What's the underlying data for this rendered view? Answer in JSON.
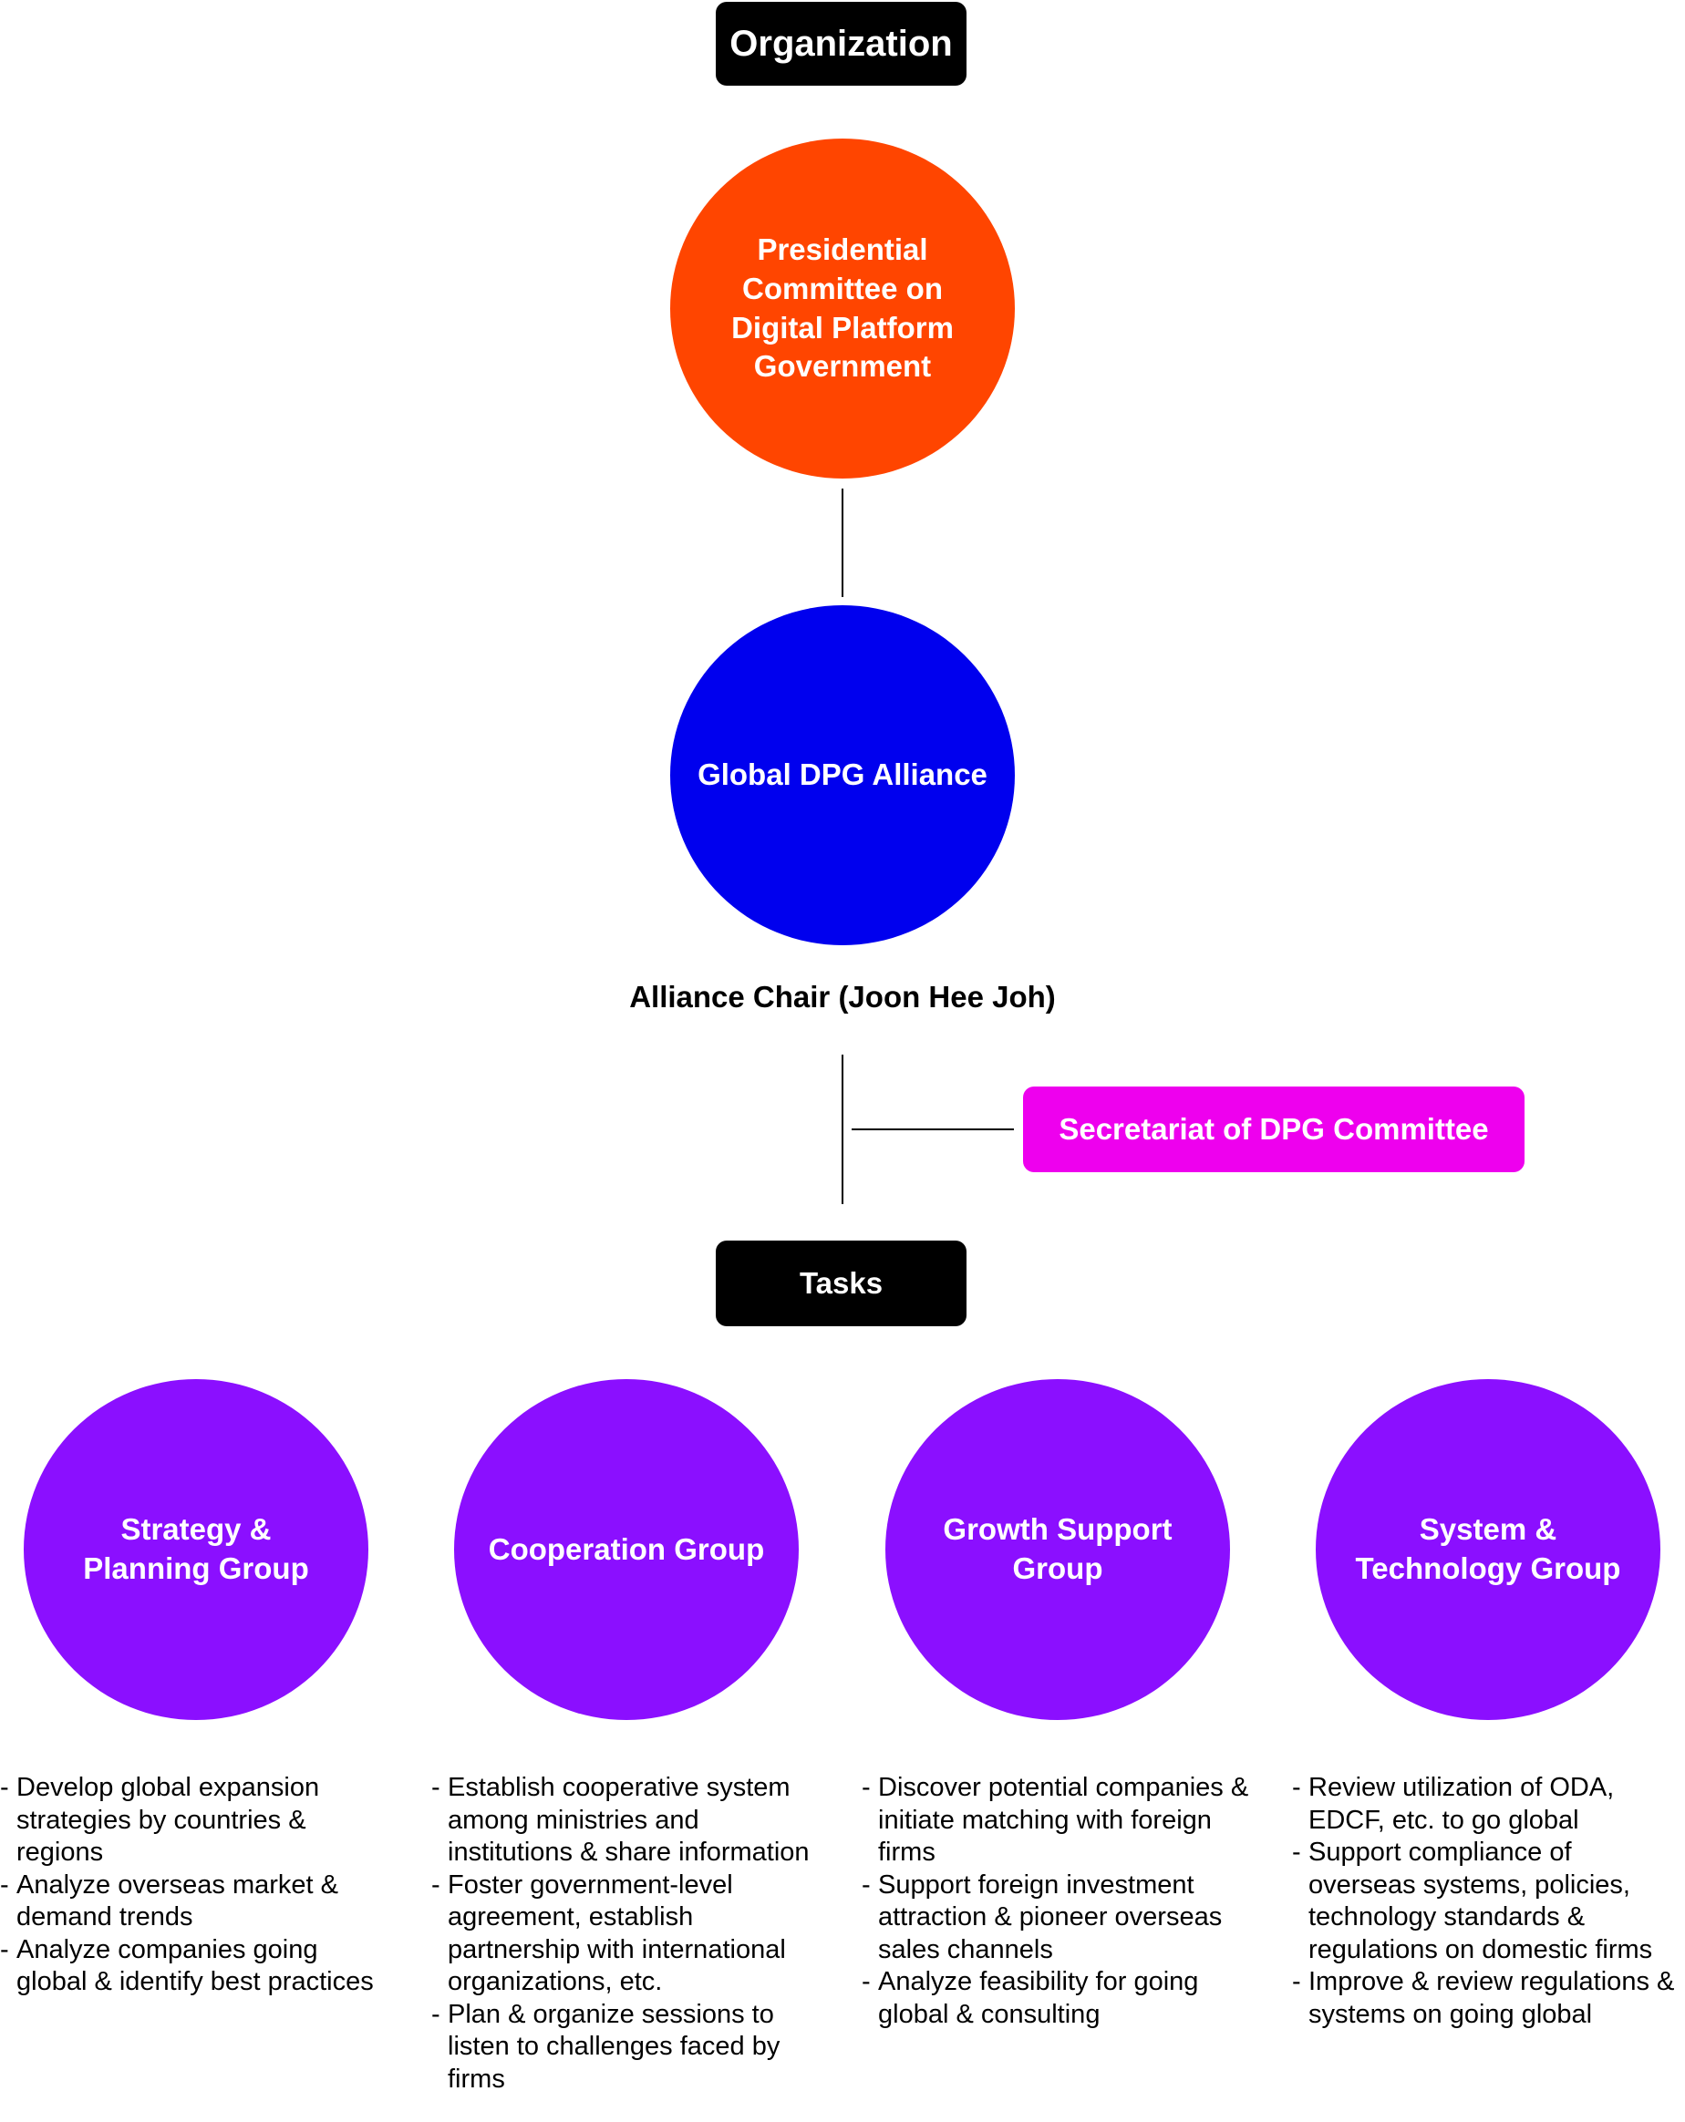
{
  "header": {
    "title": "Organization"
  },
  "top_committee": {
    "lines": [
      "Presidential",
      "Committee on",
      "Digital Platform",
      "Government"
    ],
    "color": "#FF4500"
  },
  "alliance": {
    "label": "Global DPG Alliance",
    "color": "#0000EE"
  },
  "chair": {
    "label": "Alliance Chair (Joon Hee Joh)"
  },
  "secretariat": {
    "label": "Secretariat of DPG Committee",
    "color": "#EE00EE"
  },
  "tasks": {
    "label": "Tasks"
  },
  "group_color": "#8B0FFF",
  "groups": [
    {
      "lines": [
        "Strategy &",
        "Planning Group"
      ],
      "tasks": [
        "Develop global expansion strategies  by countries & regions",
        "Analyze overseas market & demand trends",
        "Analyze companies going global & identify best practices"
      ]
    },
    {
      "lines": [
        "Cooperation Group"
      ],
      "tasks": [
        "Establish cooperative system among ministries and institutions & share information",
        "Foster government-level agreement, establish partnership with international organizations, etc.",
        "Plan & organize sessions to listen to challenges faced by firms"
      ]
    },
    {
      "lines": [
        "Growth Support",
        "Group"
      ],
      "tasks": [
        "Discover potential companies & initiate matching with foreign firms",
        "Support foreign investment attraction & pioneer overseas sales channels",
        "Analyze feasibility for going global & consulting"
      ]
    },
    {
      "lines": [
        "System &",
        "Technology Group"
      ],
      "tasks": [
        "Review utilization of ODA, EDCF, etc. to go global",
        "Support compliance of overseas systems, policies, technology standards & regulations on domestic firms",
        "Improve & review regulations & systems on going global"
      ]
    }
  ]
}
